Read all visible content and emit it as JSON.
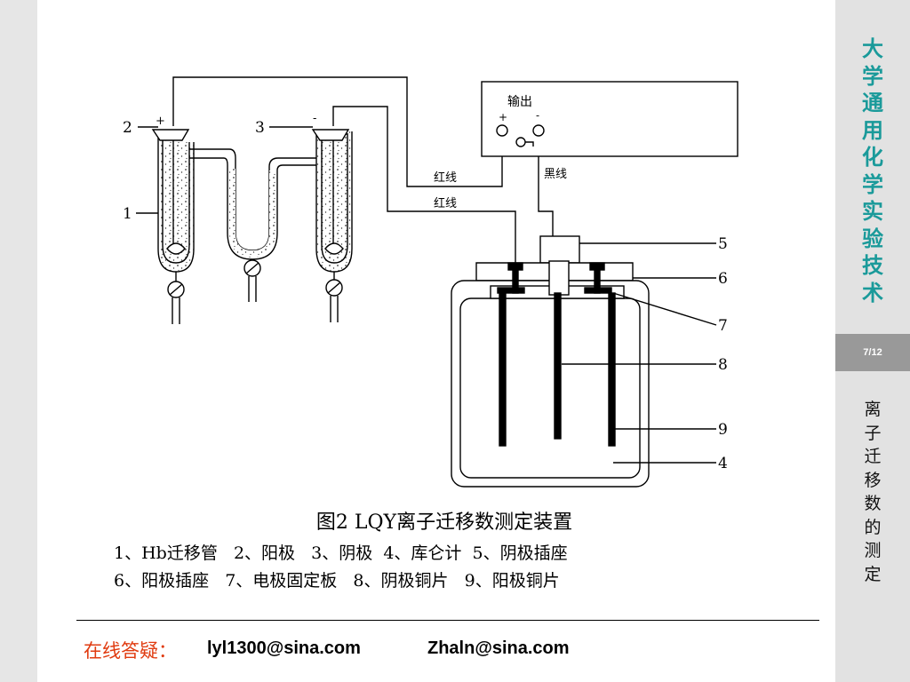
{
  "sidebar": {
    "course_title": "大学通用化学实验技术",
    "page_indicator": "7/12",
    "section_title": "离子迁移数的测定"
  },
  "diagram": {
    "labels": {
      "n1": "1",
      "n2": "2",
      "n3": "3",
      "n4": "4",
      "n5": "5",
      "n6": "6",
      "n7": "7",
      "n8": "8",
      "n9": "9",
      "plus_anode": "+",
      "minus_cathode": "-",
      "output_box": "输出",
      "output_plus": "+",
      "output_minus": "-",
      "red_wire_1": "红线",
      "red_wire_2": "红线",
      "black_wire": "黑线"
    }
  },
  "caption": {
    "title": "图2 LQY离子迁移数测定装置",
    "legend_line_1": "1、Hb迁移管   2、阳极   3、阴极  4、库仑计  5、阴极插座",
    "legend_line_2": "6、阳极插座   7、电极固定板   8、阴极铜片   9、阳极铜片"
  },
  "footer": {
    "label": "在线答疑：",
    "email_1": "lyl1300@sina.com",
    "email_2": "Zhaln@sina.com"
  }
}
